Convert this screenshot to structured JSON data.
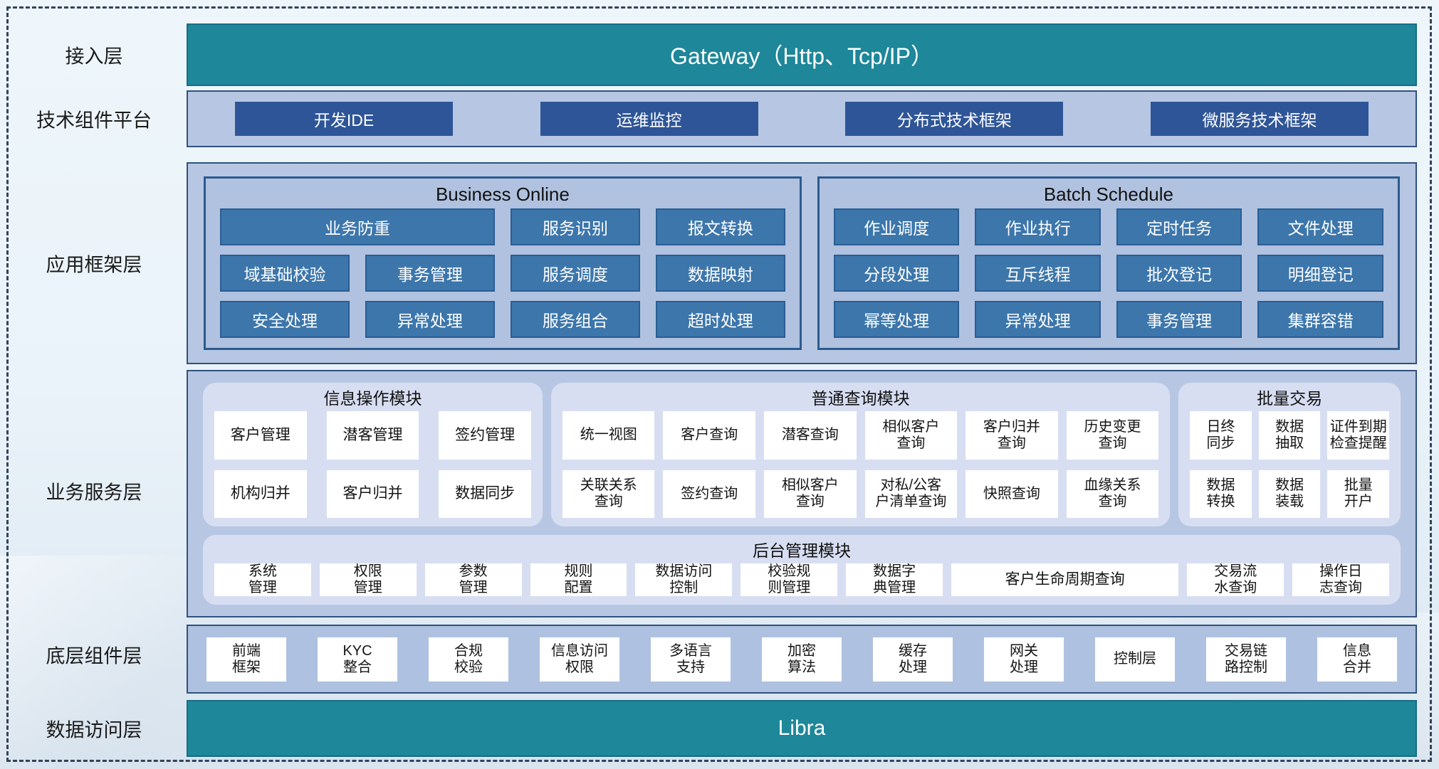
{
  "layers": {
    "access": {
      "label": "接入层",
      "bar": "Gateway（Http、Tcp/IP）"
    },
    "tech": {
      "label": "技术组件平台",
      "items": [
        "开发IDE",
        "运维监控",
        "分布式技术框架",
        "微服务技术框架"
      ]
    },
    "app_framework": {
      "label": "应用框架层",
      "business_online": {
        "title": "Business Online",
        "row1": [
          "业务防重",
          "服务识别",
          "报文转换"
        ],
        "row2": [
          "域基础校验",
          "事务管理",
          "服务调度",
          "数据映射"
        ],
        "row3": [
          "安全处理",
          "异常处理",
          "服务组合",
          "超时处理"
        ]
      },
      "batch_schedule": {
        "title": "Batch Schedule",
        "row1": [
          "作业调度",
          "作业执行",
          "定时任务",
          "文件处理"
        ],
        "row2": [
          "分段处理",
          "互斥线程",
          "批次登记",
          "明细登记"
        ],
        "row3": [
          "幂等处理",
          "异常处理",
          "事务管理",
          "集群容错"
        ]
      }
    },
    "business_service": {
      "label": "业务服务层",
      "info_ops": {
        "title": "信息操作模块",
        "row1": [
          "客户管理",
          "潜客管理",
          "签约管理"
        ],
        "row2": [
          "机构归并",
          "客户归并",
          "数据同步"
        ]
      },
      "query": {
        "title": "普通查询模块",
        "row1": [
          "统一视图",
          "客户查询",
          "潜客查询",
          "相似客户\n查询",
          "客户归并\n查询",
          "历史变更\n查询"
        ],
        "row2": [
          "关联关系\n查询",
          "签约查询",
          "相似客户\n查询",
          "对私/公客\n户清单查询",
          "快照查询",
          "血缘关系\n查询"
        ]
      },
      "batch_tx": {
        "title": "批量交易",
        "row1": [
          "日终\n同步",
          "数据\n抽取",
          "证件到期\n检查提醒"
        ],
        "row2": [
          "数据\n转换",
          "数据\n装载",
          "批量\n开户"
        ]
      },
      "admin": {
        "title": "后台管理模块",
        "items": [
          "系统\n管理",
          "权限\n管理",
          "参数\n管理",
          "规则\n配置",
          "数据访问\n控制",
          "校验规\n则管理",
          "数据字\n典管理",
          "客户生命周期查询",
          "交易流\n水查询",
          "操作日\n志查询"
        ]
      }
    },
    "base_components": {
      "label": "底层组件层",
      "items": [
        "前端\n框架",
        "KYC\n整合",
        "合规\n校验",
        "信息访问\n权限",
        "多语言\n支持",
        "加密\n算法",
        "缓存\n处理",
        "网关\n处理",
        "控制层",
        "交易链\n路控制",
        "信息\n合并"
      ]
    },
    "data_access": {
      "label": "数据访问层",
      "bar": "Libra"
    }
  },
  "colors": {
    "teal": "#1E8799",
    "navy": "#2E5597",
    "steel": "#3C76AB",
    "steel_border": "#2A5D95",
    "panel": "#B7C7E3",
    "panel_border": "#31517F",
    "inner_panel": "#B0C2DF",
    "inner_border": "#2D5A8E",
    "module": "#D8DEF2",
    "box": "#FFFFFF",
    "frame": "#31435C"
  }
}
